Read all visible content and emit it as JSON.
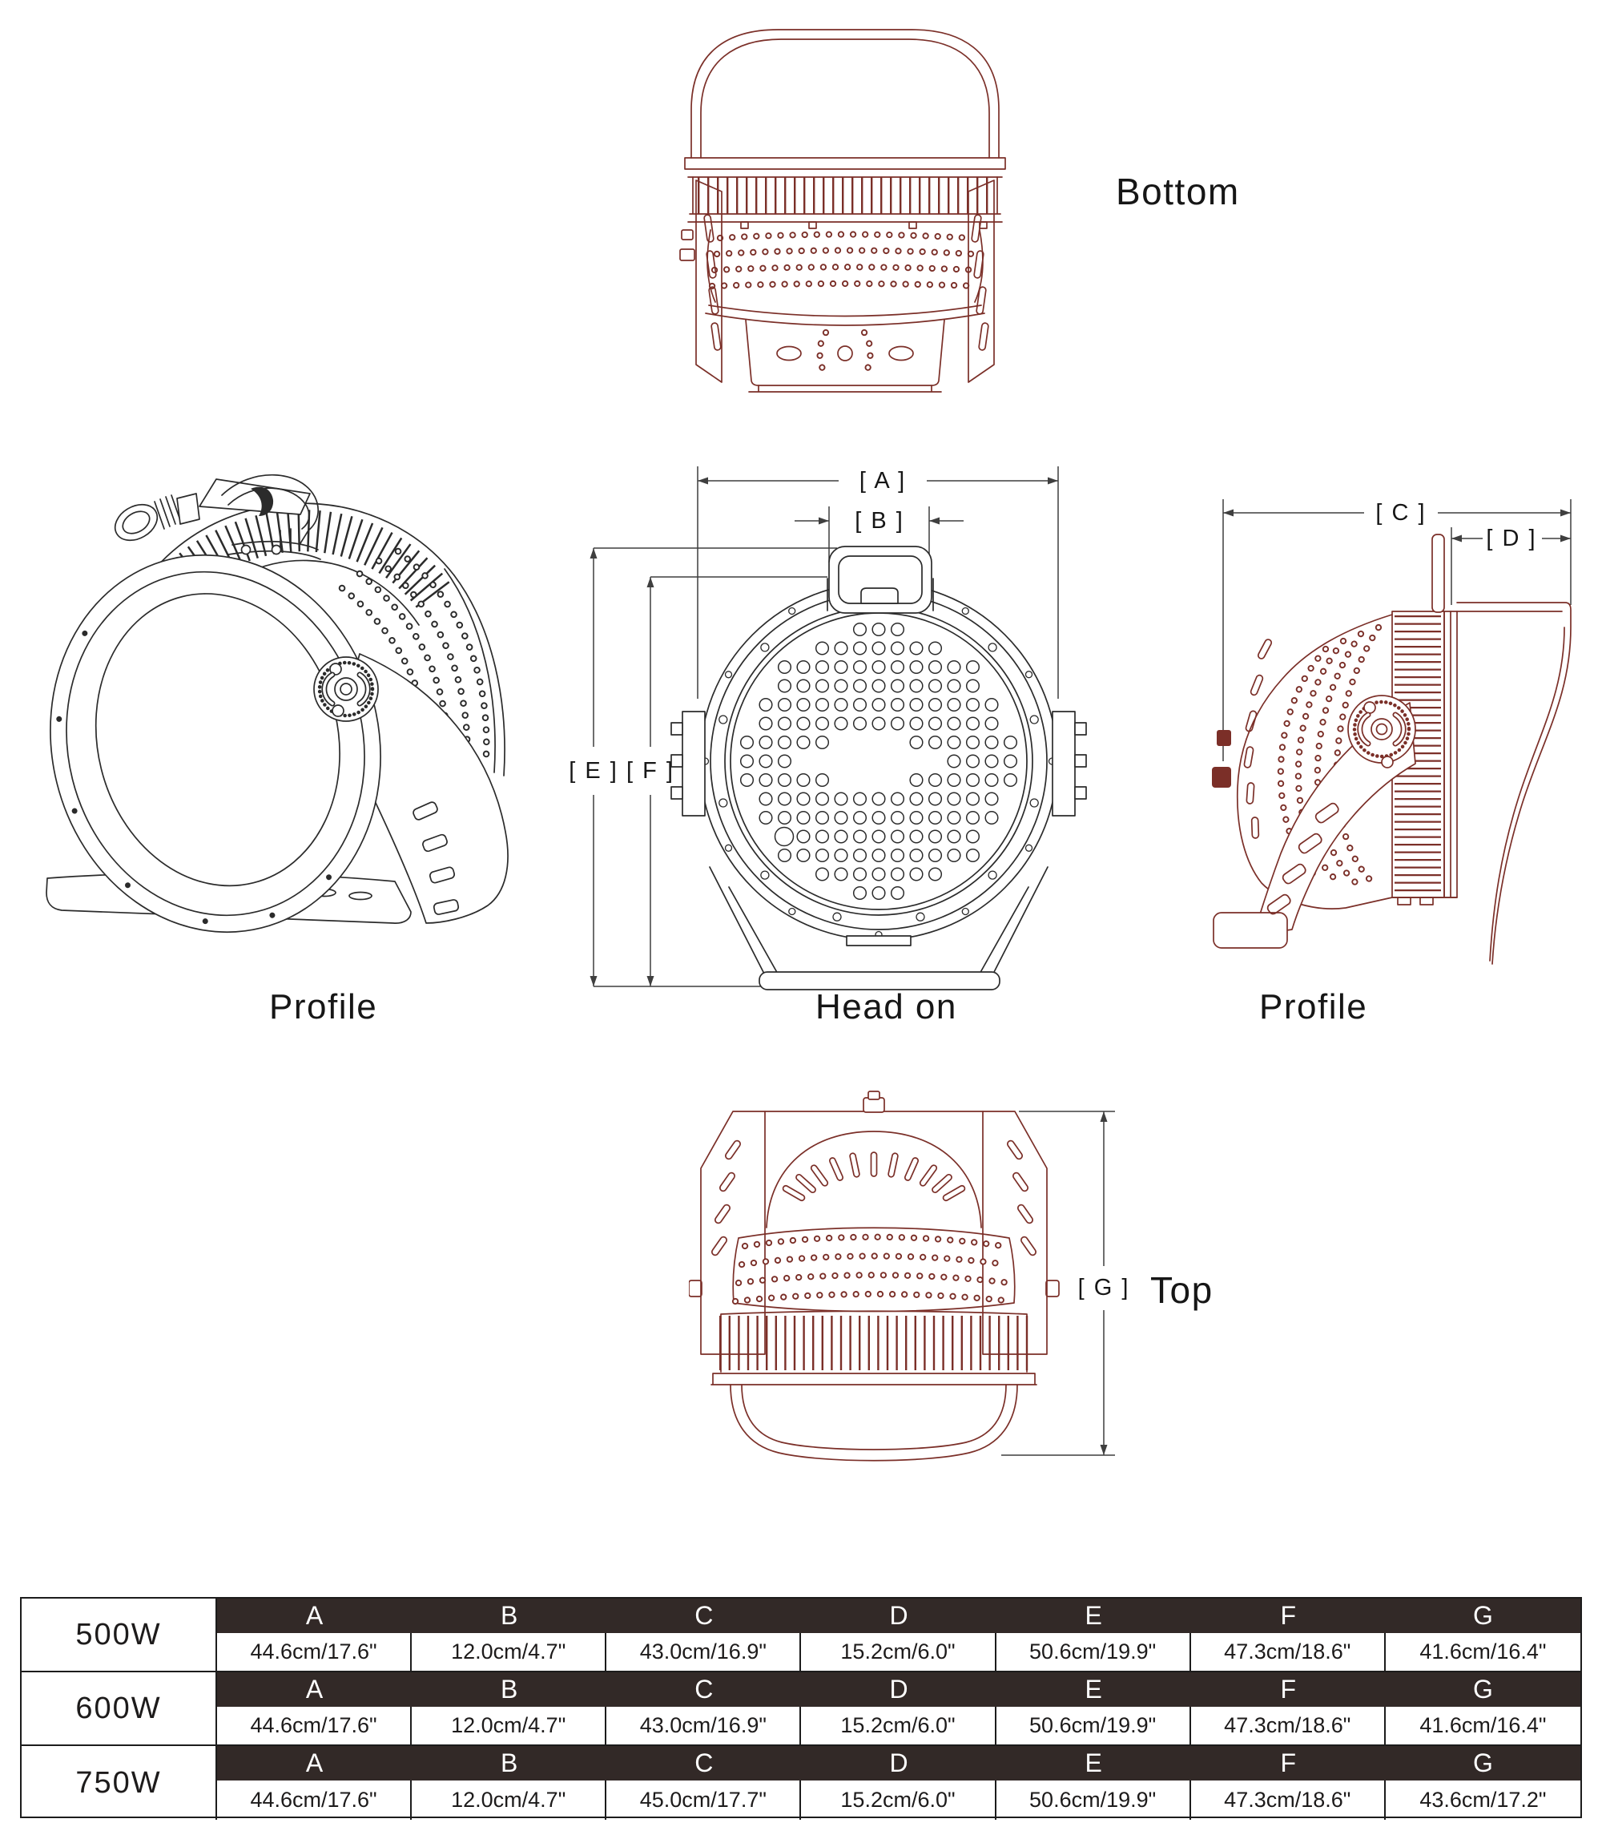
{
  "labels": {
    "bottom_view": "Bottom",
    "profile_left": "Profile",
    "head_on": "Head on",
    "profile_right": "Profile",
    "top_view": "Top"
  },
  "dims": {
    "A": "[ A ]",
    "B": "[ B ]",
    "C": "[ C ]",
    "D": "[ D ]",
    "E": "[ E ]",
    "F": "[ F ]",
    "G": "[ G ]"
  },
  "colors": {
    "line_red": "#7b2f28",
    "line_black": "#2b2b2b",
    "dim_line": "#3f3f3f",
    "table_header_bg": "#322927",
    "text": "#1d1b1b"
  },
  "table": {
    "columns": [
      "A",
      "B",
      "C",
      "D",
      "E",
      "F",
      "G"
    ],
    "groups": [
      {
        "wattage": "500W",
        "values": [
          "44.6cm/17.6\"",
          "12.0cm/4.7\"",
          "43.0cm/16.9\"",
          "15.2cm/6.0\"",
          "50.6cm/19.9\"",
          "47.3cm/18.6\"",
          "41.6cm/16.4\""
        ]
      },
      {
        "wattage": "600W",
        "values": [
          "44.6cm/17.6\"",
          "12.0cm/4.7\"",
          "43.0cm/16.9\"",
          "15.2cm/6.0\"",
          "50.6cm/19.9\"",
          "47.3cm/18.6\"",
          "41.6cm/16.4\""
        ]
      },
      {
        "wattage": "750W",
        "values": [
          "44.6cm/17.6\"",
          "12.0cm/4.7\"",
          "45.0cm/17.7\"",
          "15.2cm/6.0\"",
          "50.6cm/19.9\"",
          "47.3cm/18.6\"",
          "43.6cm/17.2\""
        ]
      }
    ]
  }
}
